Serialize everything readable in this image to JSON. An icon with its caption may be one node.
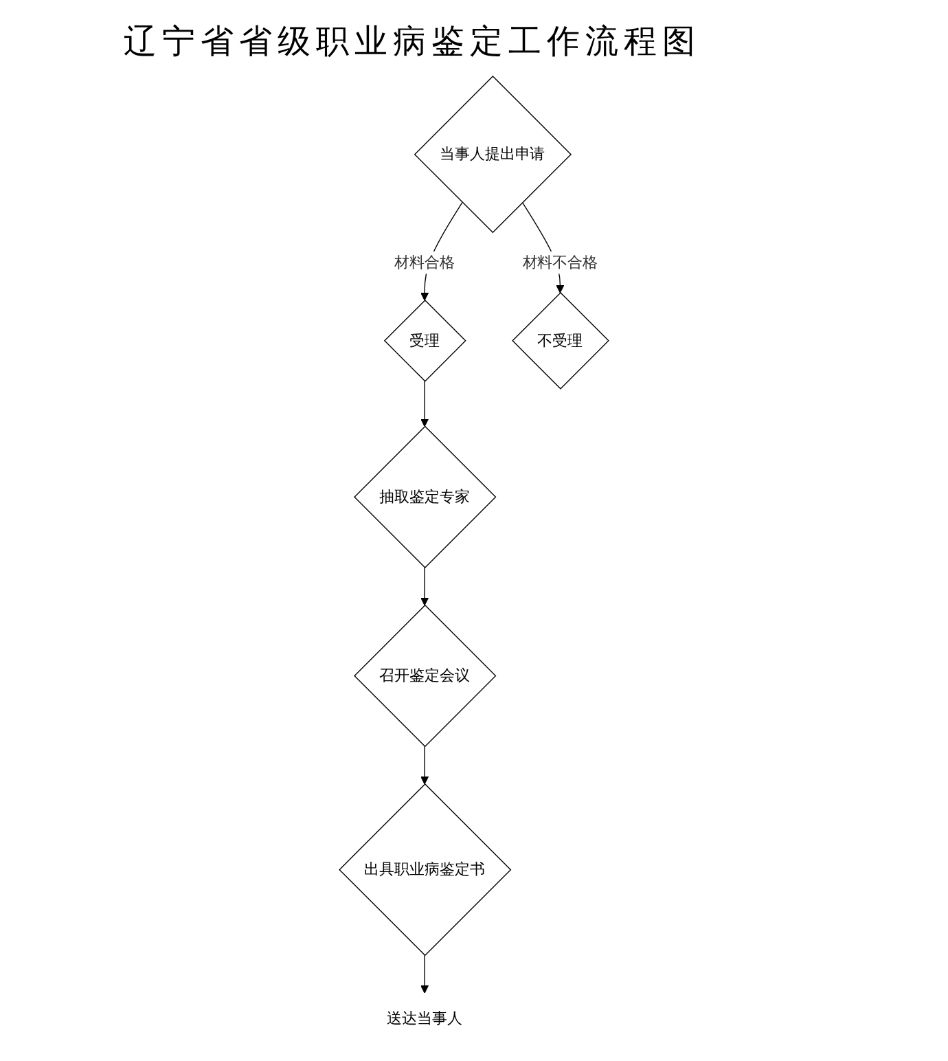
{
  "diagram": {
    "title": "辽宁省省级职业病鉴定工作流程图",
    "nodes": [
      {
        "text": [
          "当事人提出申请"
        ]
      },
      {
        "text": [
          "受理"
        ]
      },
      {
        "text": [
          "不受理"
        ]
      },
      {
        "text": [
          "抽取鉴定专家"
        ]
      },
      {
        "text": [
          "召开鉴定会议"
        ]
      },
      {
        "text": [
          "出具职业病鉴定书"
        ]
      },
      {
        "text": [
          "送达当事人"
        ]
      }
    ],
    "edges": [
      {
        "from": 0,
        "to": 1,
        "arrow": "to",
        "label": "材料合格"
      },
      {
        "from": 0,
        "to": 2,
        "arrow": "to",
        "label": "材料不合格"
      },
      {
        "from": 1,
        "to": 3,
        "arrow": "to"
      },
      {
        "from": 3,
        "to": 4,
        "arrow": "to"
      },
      {
        "from": 4,
        "to": 5,
        "arrow": "to"
      },
      {
        "from": 5,
        "to": 6,
        "arrow": "to"
      }
    ]
  }
}
